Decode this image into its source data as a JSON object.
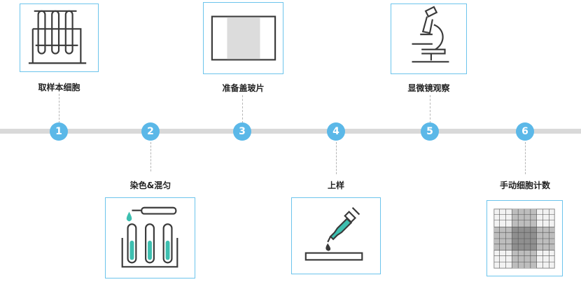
{
  "steps": [
    {
      "number": "1",
      "label": "取样本细胞",
      "icon": "test-tubes-icon"
    },
    {
      "number": "2",
      "label": "染色&混匀",
      "icon": "dropper-tubes-icon"
    },
    {
      "number": "3",
      "label": "准备盖玻片",
      "icon": "cover-slip-icon"
    },
    {
      "number": "4",
      "label": "上样",
      "icon": "pipette-slide-icon"
    },
    {
      "number": "5",
      "label": "显微镜观察",
      "icon": "microscope-icon"
    },
    {
      "number": "6",
      "label": "手动细胞计数",
      "icon": "counting-grid-icon"
    }
  ],
  "colors": {
    "accent": "#5bb8e8",
    "line": "#d9d9d9",
    "teal": "#3dbfb0"
  }
}
